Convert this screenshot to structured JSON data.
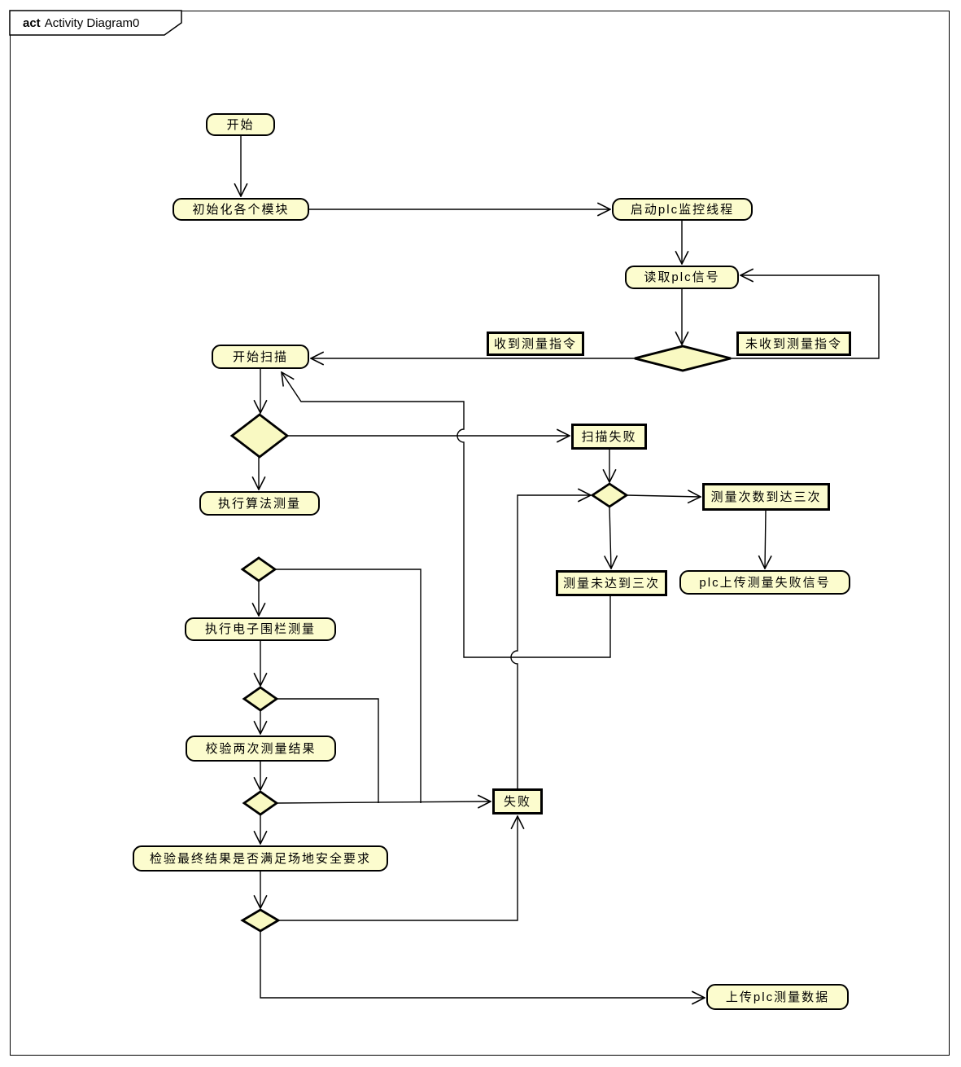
{
  "frame": {
    "keyword": "act",
    "title": "Activity Diagram0"
  },
  "colors": {
    "node_fill": "#FCFCCE",
    "diamond_fill": "#F9F9C2",
    "line": "#000000",
    "background": "#FFFFFF"
  },
  "nodes": {
    "start": {
      "label": "开始",
      "type": "activity"
    },
    "init_modules": {
      "label": "初始化各个模块",
      "type": "activity"
    },
    "start_plc_monitor": {
      "label": "启动plc监控线程",
      "type": "activity"
    },
    "read_plc_signal": {
      "label": "读取plc信号",
      "type": "activity"
    },
    "start_scan": {
      "label": "开始扫描",
      "type": "activity"
    },
    "exec_algorithm_measure": {
      "label": "执行算法测量",
      "type": "activity"
    },
    "exec_fence_measure": {
      "label": "执行电子围栏测量",
      "type": "activity"
    },
    "verify_two_measures": {
      "label": "校验两次测量结果",
      "type": "activity"
    },
    "check_final_result": {
      "label": "检验最终结果是否满足场地安全要求",
      "type": "activity"
    },
    "plc_upload_fail_signal": {
      "label": "plc上传测量失败信号",
      "type": "activity"
    },
    "upload_plc_data": {
      "label": "上传plc测量数据",
      "type": "activity"
    },
    "received_measure_cmd": {
      "label": "收到测量指令",
      "type": "note"
    },
    "not_received_measure_cmd": {
      "label": "未收到测量指令",
      "type": "note"
    },
    "scan_failed": {
      "label": "扫描失败",
      "type": "note"
    },
    "measure_count_reached_three": {
      "label": "测量次数到达三次",
      "type": "note"
    },
    "measure_not_reached_three": {
      "label": "测量未达到三次",
      "type": "note"
    },
    "failed": {
      "label": "失败",
      "type": "note"
    }
  }
}
